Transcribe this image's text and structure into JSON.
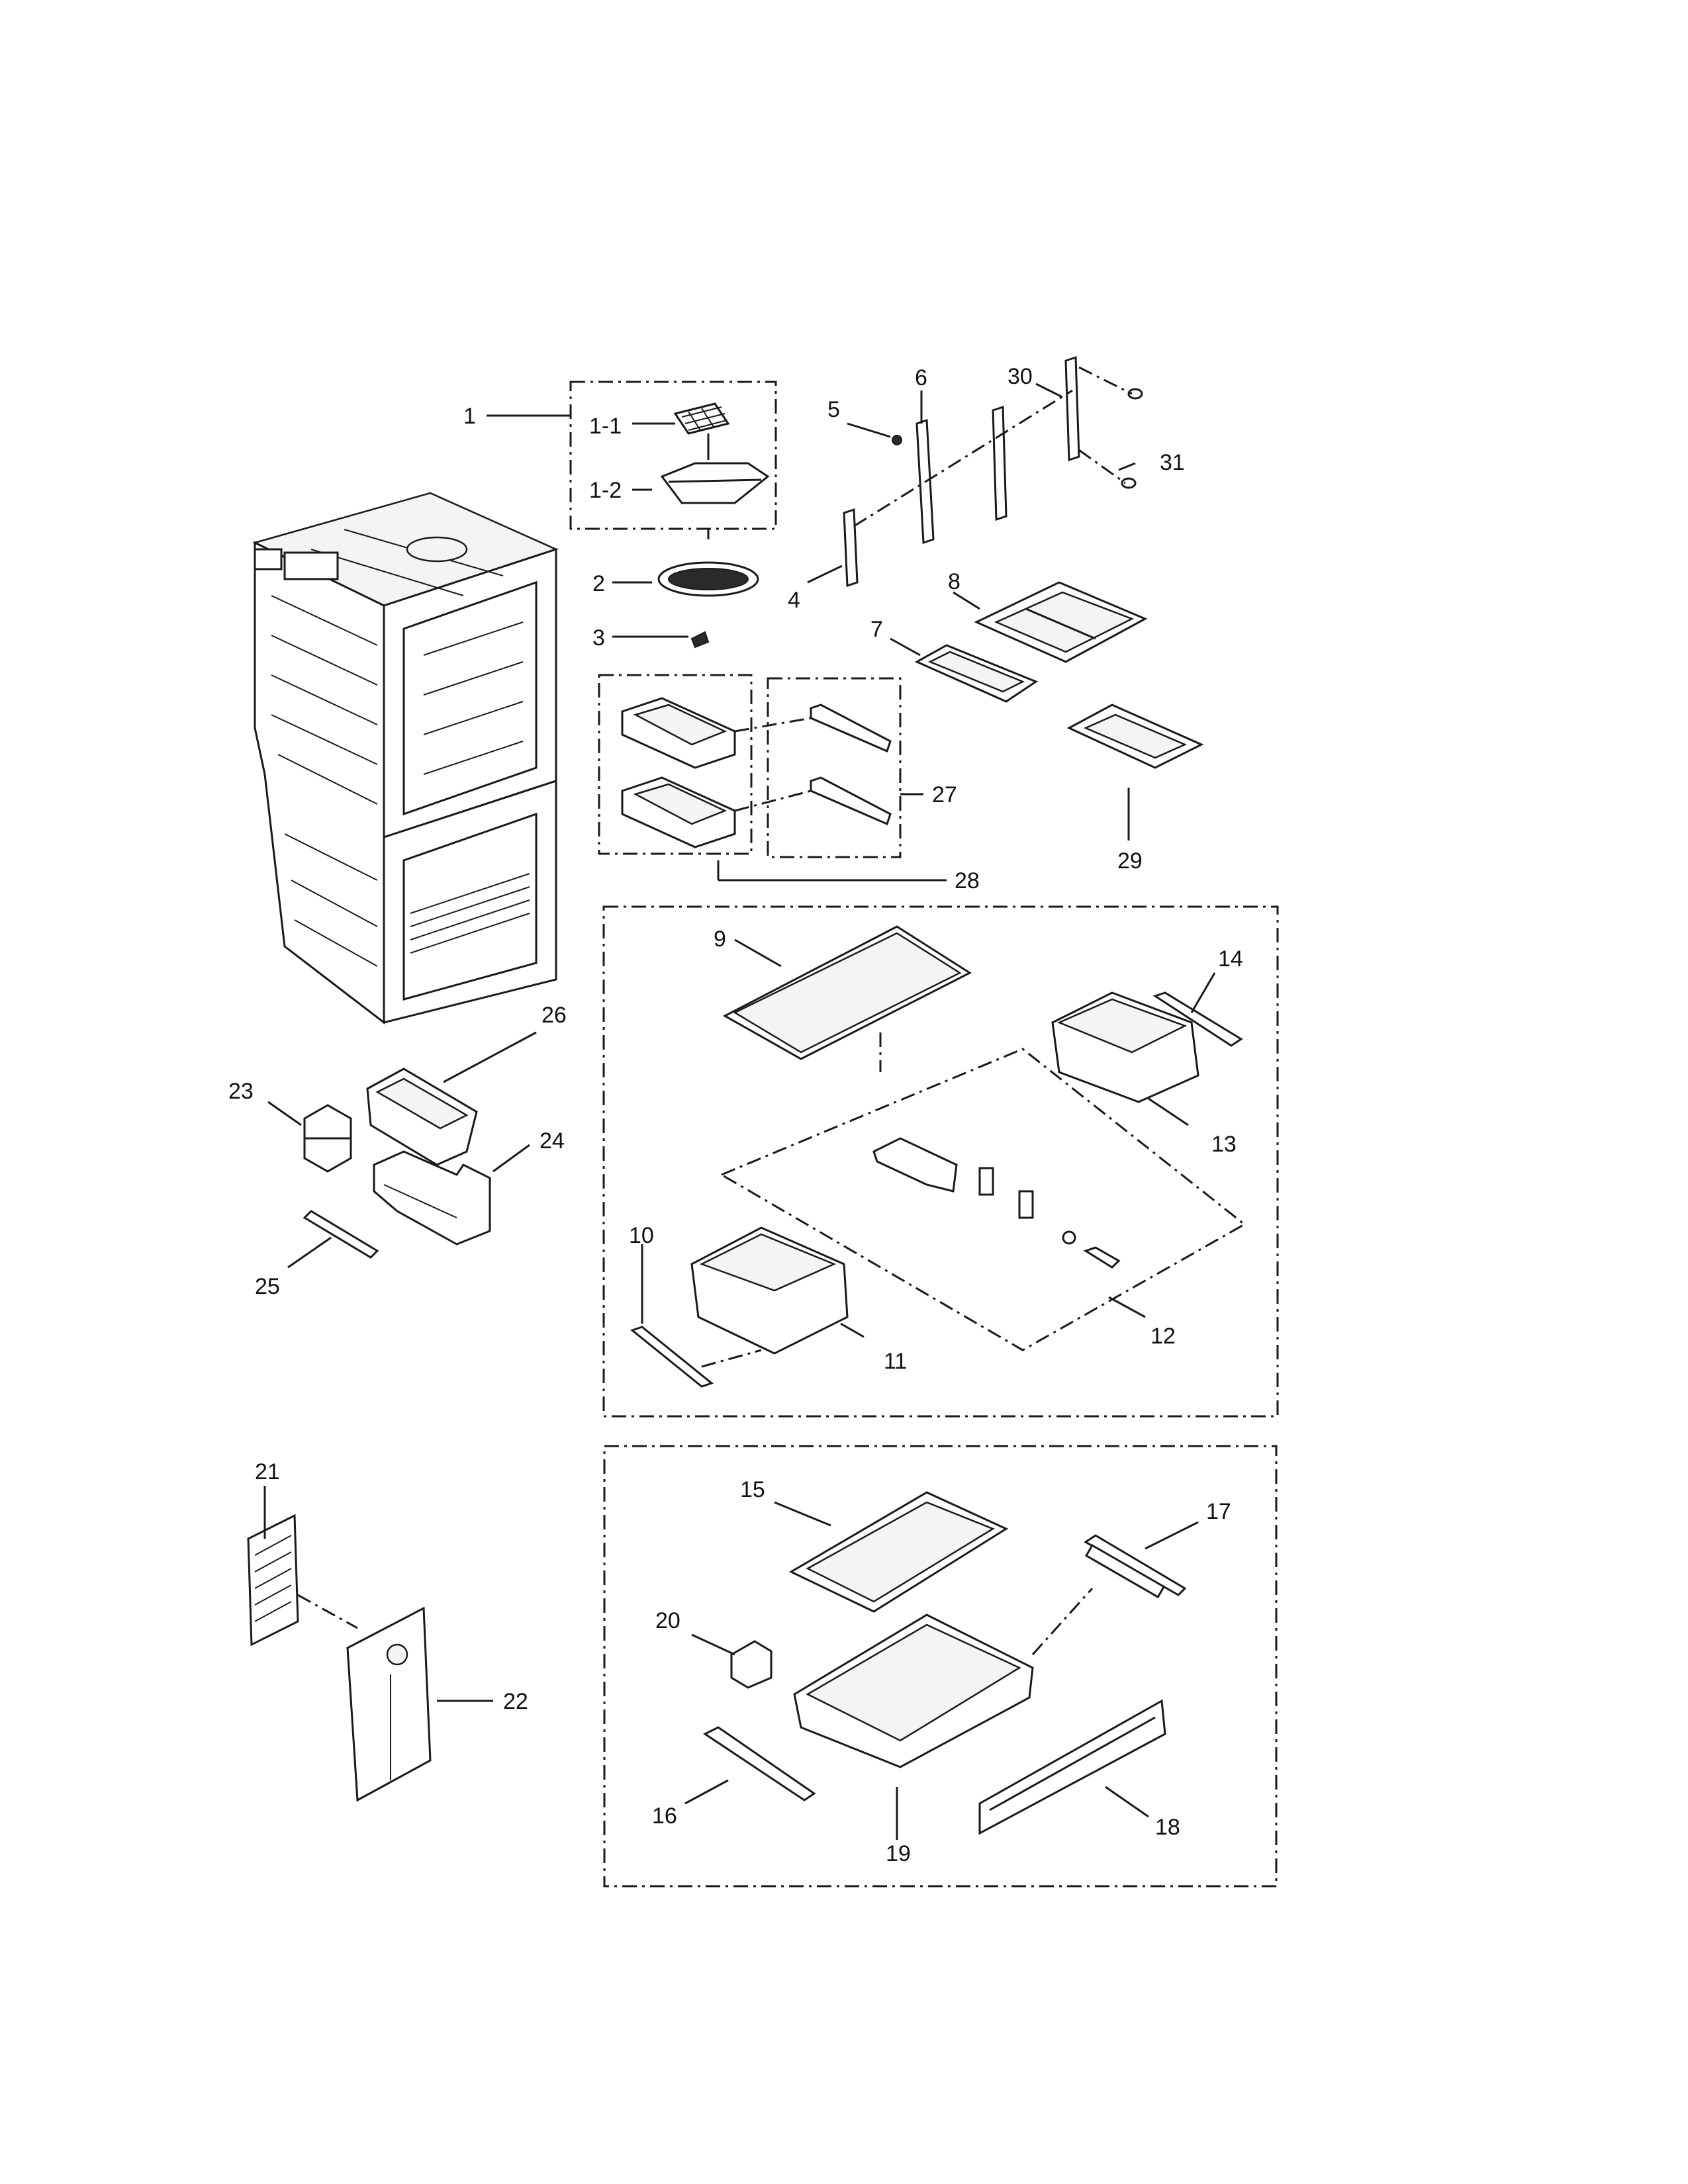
{
  "callouts": [
    {
      "id": "c1",
      "text": "1"
    },
    {
      "id": "c1-1",
      "text": "1-1"
    },
    {
      "id": "c1-2",
      "text": "1-2"
    },
    {
      "id": "c2",
      "text": "2"
    },
    {
      "id": "c3",
      "text": "3"
    },
    {
      "id": "c4",
      "text": "4"
    },
    {
      "id": "c5",
      "text": "5"
    },
    {
      "id": "c6",
      "text": "6"
    },
    {
      "id": "c7",
      "text": "7"
    },
    {
      "id": "c8",
      "text": "8"
    },
    {
      "id": "c9",
      "text": "9"
    },
    {
      "id": "c10",
      "text": "10"
    },
    {
      "id": "c11",
      "text": "11"
    },
    {
      "id": "c12",
      "text": "12"
    },
    {
      "id": "c13",
      "text": "13"
    },
    {
      "id": "c14",
      "text": "14"
    },
    {
      "id": "c15",
      "text": "15"
    },
    {
      "id": "c16",
      "text": "16"
    },
    {
      "id": "c17",
      "text": "17"
    },
    {
      "id": "c18",
      "text": "18"
    },
    {
      "id": "c19",
      "text": "19"
    },
    {
      "id": "c20",
      "text": "20"
    },
    {
      "id": "c21",
      "text": "21"
    },
    {
      "id": "c22",
      "text": "22"
    },
    {
      "id": "c23",
      "text": "23"
    },
    {
      "id": "c24",
      "text": "24"
    },
    {
      "id": "c25",
      "text": "25"
    },
    {
      "id": "c26",
      "text": "26"
    },
    {
      "id": "c27",
      "text": "27"
    },
    {
      "id": "c28",
      "text": "28"
    },
    {
      "id": "c29",
      "text": "29"
    },
    {
      "id": "c30",
      "text": "30"
    },
    {
      "id": "c31",
      "text": "31"
    }
  ],
  "colors": {
    "ink": "#1a1a1a",
    "paper": "#ffffff"
  }
}
